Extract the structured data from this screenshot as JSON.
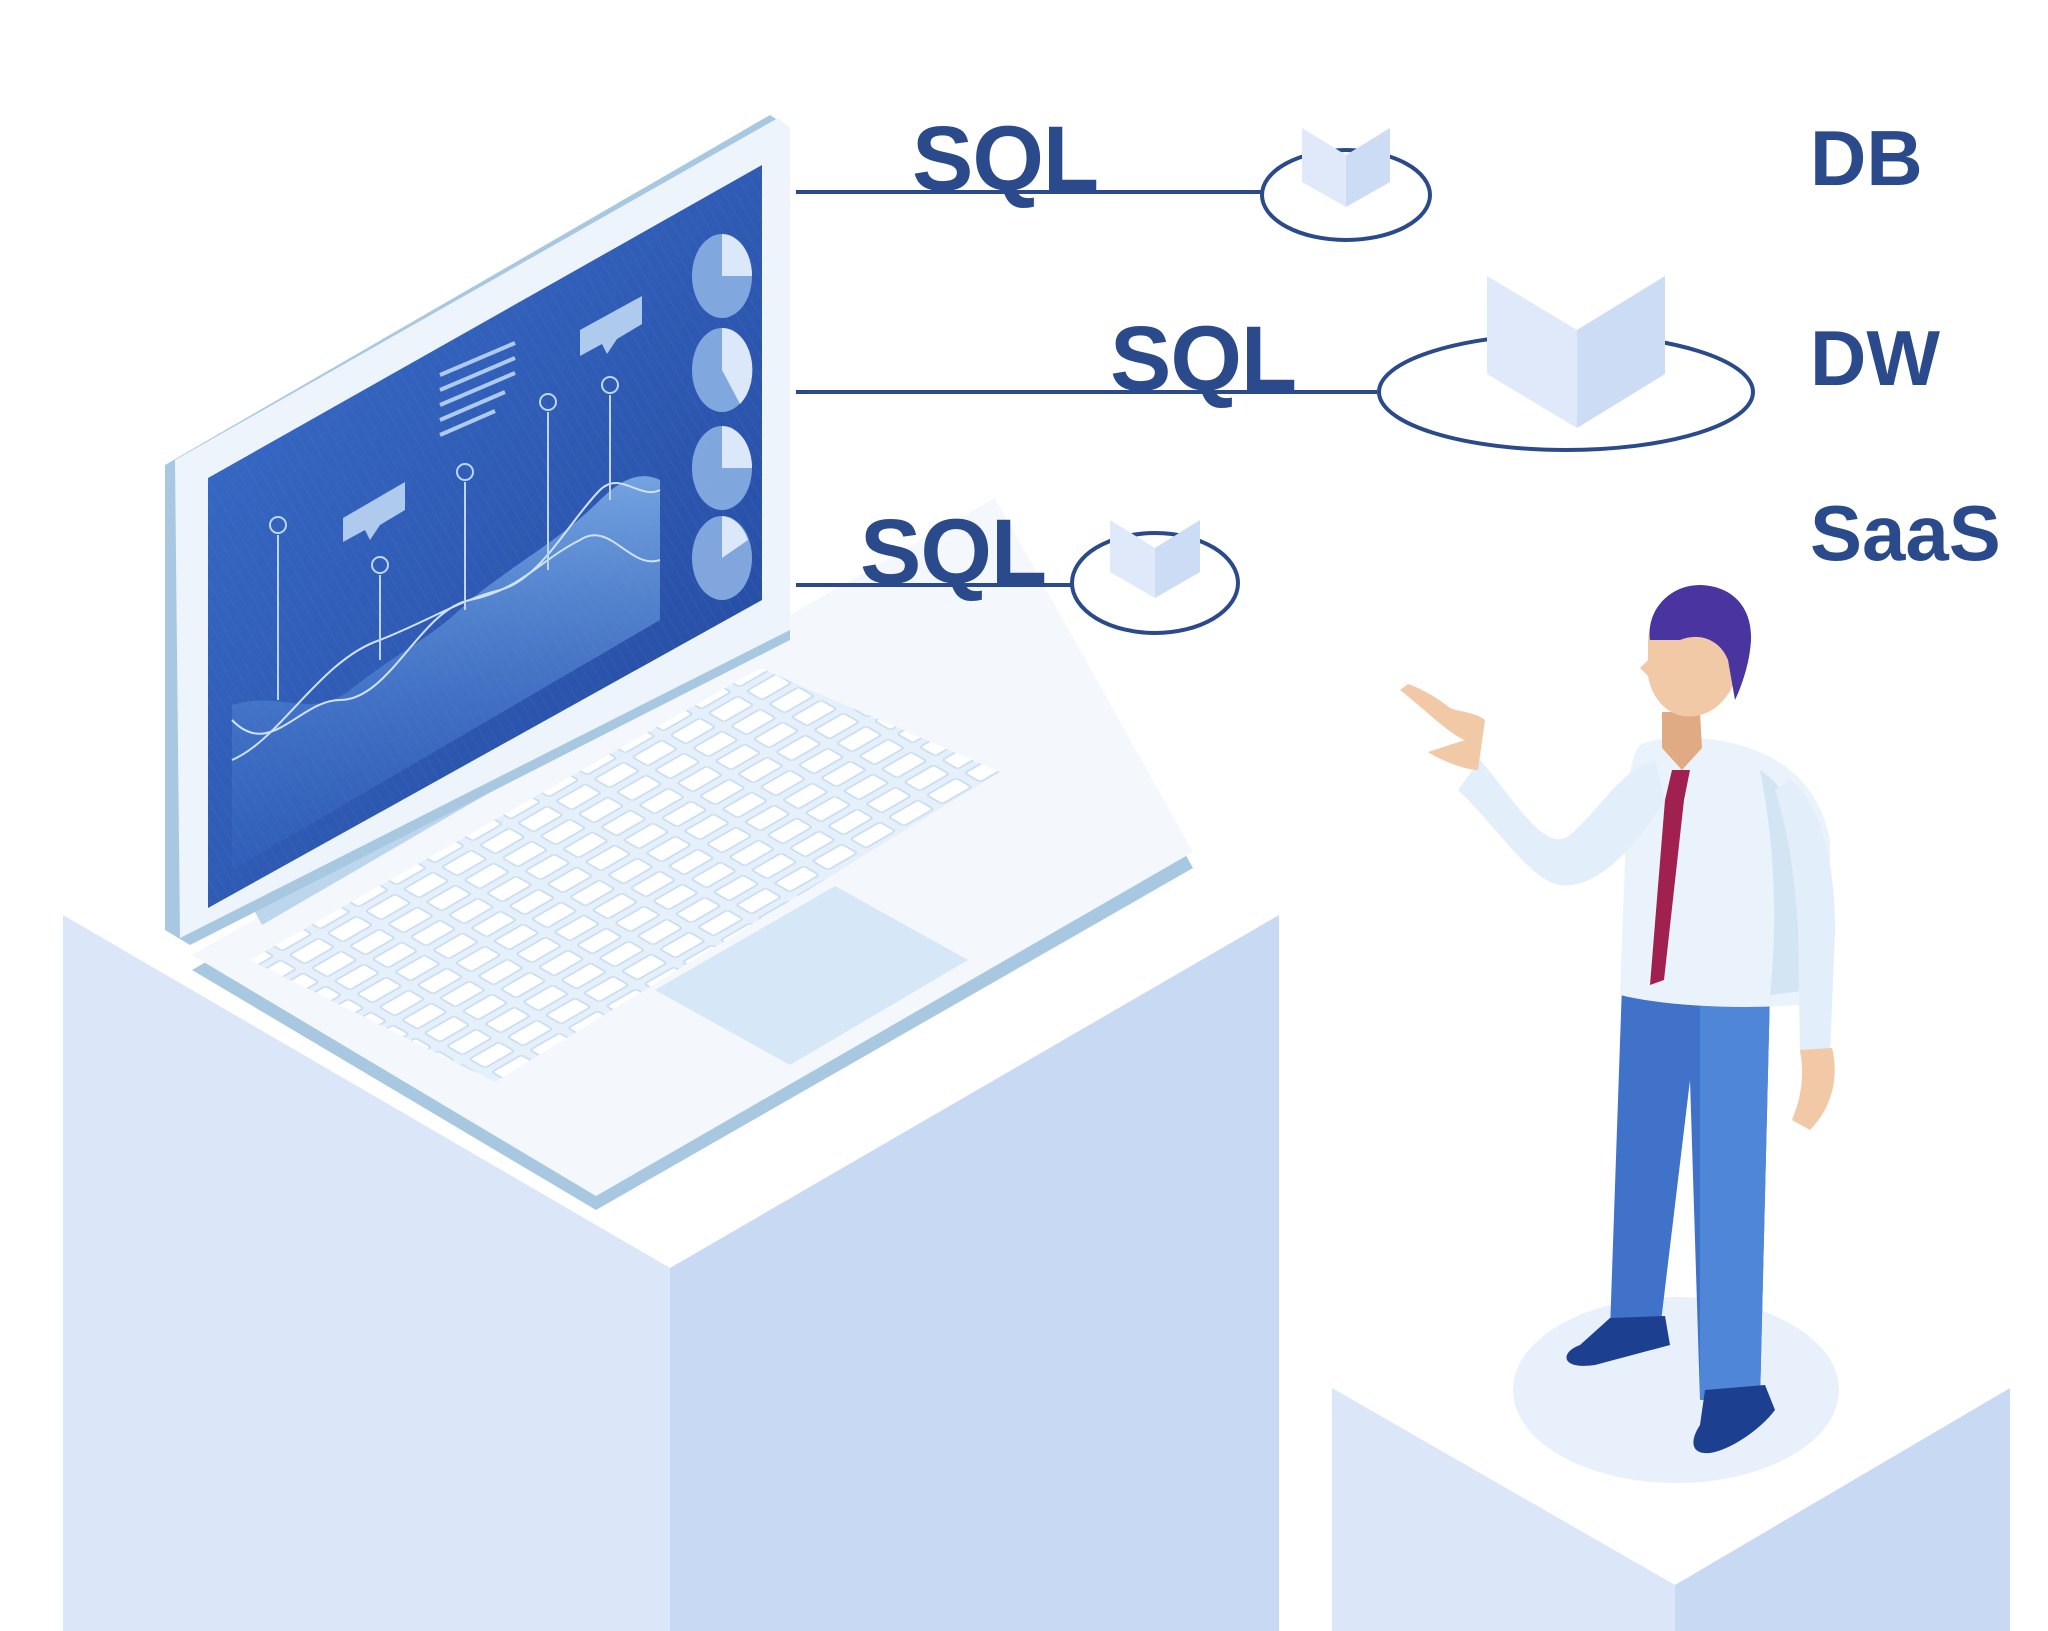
{
  "connections": [
    {
      "query_label": "SQL",
      "target_label": "DB"
    },
    {
      "query_label": "SQL",
      "target_label": "DW"
    },
    {
      "query_label": "SQL",
      "target_label": "SaaS"
    }
  ],
  "colors": {
    "label": "#2b4a8b",
    "line": "#2b4a8b",
    "platform_light": "#dde8f8",
    "platform_dark": "#c8daf3",
    "screen": "#2f5fb9",
    "cube": "#dbe6f8",
    "shirt": "#eaf3fb",
    "tie": "#a0214f",
    "pants": "#3f72c8",
    "shoes": "#1d3f8f",
    "hair": "#4a35a0",
    "skin": "#f2c9a6"
  }
}
